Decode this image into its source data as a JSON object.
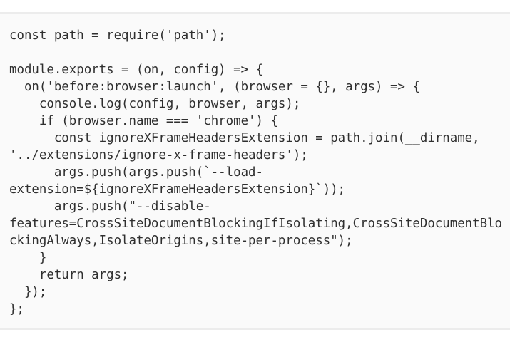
{
  "colors": {
    "page_background": "#ffffff",
    "code_background": "#fafafa",
    "code_border": "#ececec",
    "code_text": "#2f2f2f"
  },
  "code": {
    "lines": [
      "const path = require('path');",
      "",
      "module.exports = (on, config) => {",
      "  on('before:browser:launch', (browser = {}, args) => {",
      "    console.log(config, browser, args);",
      "    if (browser.name === 'chrome') {",
      "      const ignoreXFrameHeadersExtension = path.join(__dirname,",
      "'../extensions/ignore-x-frame-headers');",
      "      args.push(args.push(`--load-",
      "extension=${ignoreXFrameHeadersExtension}`));",
      "      args.push(\"--disable-",
      "features=CrossSiteDocumentBlockingIfIsolating,CrossSiteDocumentBlo",
      "ckingAlways,IsolateOrigins,site-per-process\");",
      "    }",
      "    return args;",
      "  });",
      "};"
    ]
  }
}
